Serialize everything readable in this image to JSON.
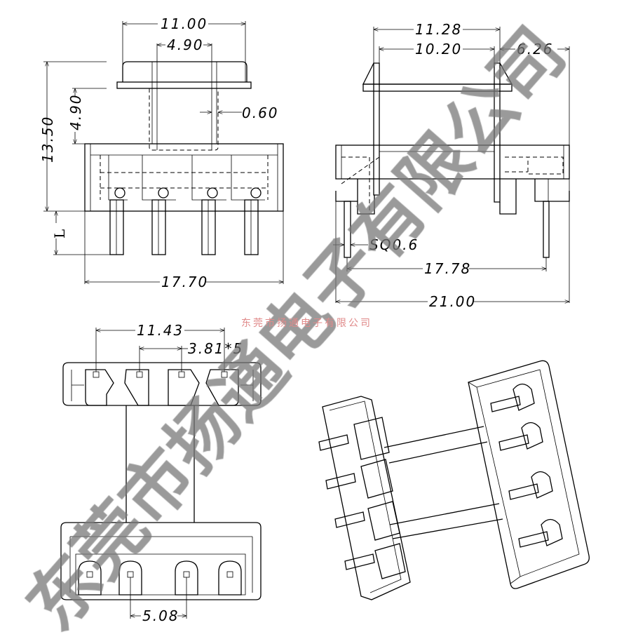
{
  "watermark": {
    "text": "东莞市扬通电子有限公司",
    "small_text": "东莞市扬通电子有限公司"
  },
  "front_view": {
    "dims": {
      "width_top": "11.00",
      "window": "4.90",
      "wall": "0.60",
      "height": "13.50",
      "flange_height": "4.90",
      "pin_length": "L",
      "base_width": "17.70"
    }
  },
  "side_view": {
    "dims": {
      "outer": "11.28",
      "inner": "10.20",
      "offset": "6.26",
      "pin_size": "SQ0.6",
      "pin_span": "17.78",
      "total": "21.00"
    }
  },
  "top_view": {
    "dims": {
      "span": "11.43",
      "pitch": "3.81*5",
      "bottom_pitch": "5.08"
    }
  }
}
